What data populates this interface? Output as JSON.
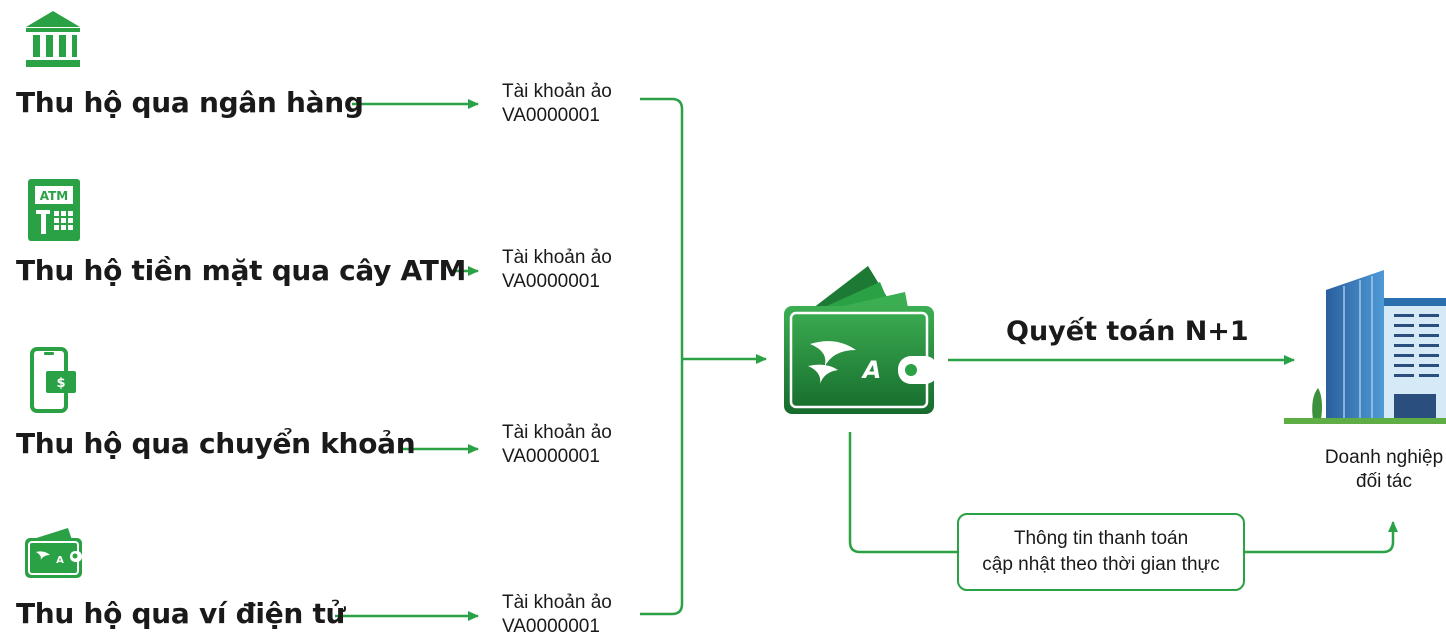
{
  "channels": [
    {
      "label": "Thu hộ qua ngân hàng",
      "icon": "bank-icon",
      "va_line1": "Tài khoản ảo",
      "va_line2": "VA0000001"
    },
    {
      "label": "Thu hộ tiền mặt qua cây ATM",
      "icon": "atm-icon",
      "icon_text": "ATM",
      "va_line1": "Tài khoản ảo",
      "va_line2": "VA0000001"
    },
    {
      "label": "Thu hộ qua chuyển khoản",
      "icon": "phone-transfer-icon",
      "icon_text": "$",
      "va_line1": "Tài khoản ảo",
      "va_line2": "VA0000001"
    },
    {
      "label": "Thu hộ qua ví điện tử",
      "icon": "e-wallet-icon",
      "icon_text": "A",
      "va_line1": "Tài khoản ảo",
      "va_line2": "VA0000001"
    }
  ],
  "wallet": {
    "icon": "wallet-icon",
    "letter": "A"
  },
  "settlement": {
    "label": "Quyết toán N+1"
  },
  "partner": {
    "icon": "building-icon",
    "line1": "Doanh nghiệp",
    "line2": "đối tác"
  },
  "realtime_info": {
    "line1": "Thông tin thanh toán",
    "line2": "cập nhật theo thời gian thực"
  },
  "colors": {
    "green": "#2aa145",
    "dark_green": "#1d7a34",
    "building_blue": "#2a6fae"
  }
}
